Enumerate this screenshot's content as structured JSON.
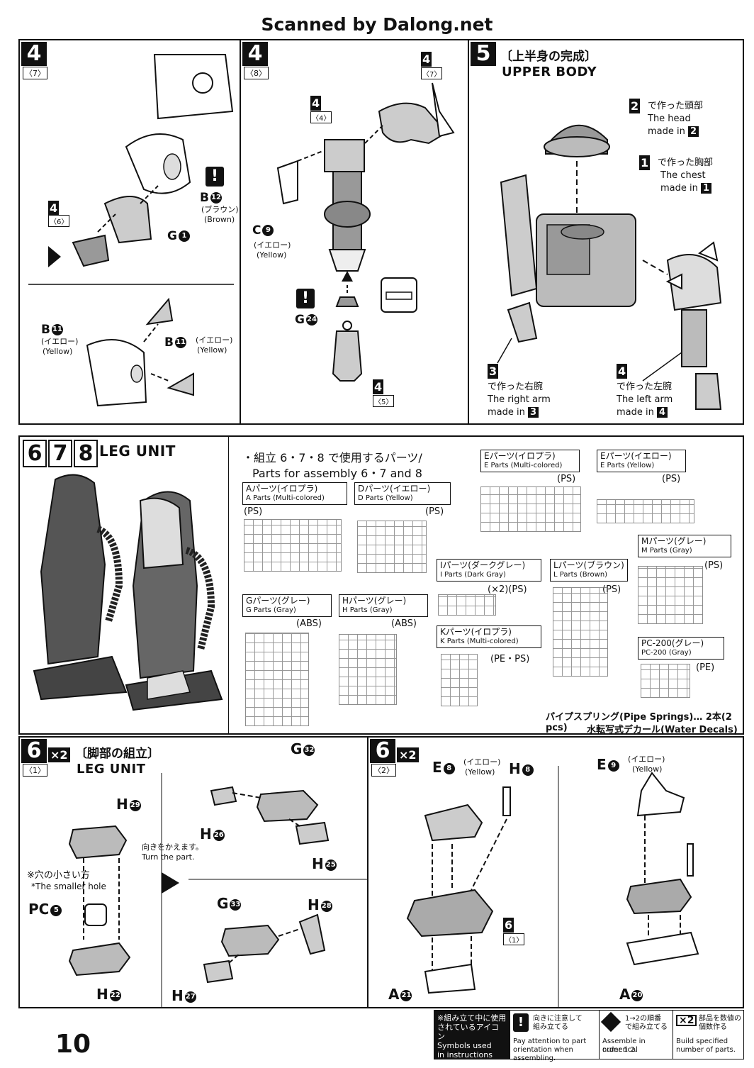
{
  "header": {
    "scan_credit": "Scanned by Dalong.net"
  },
  "page_number": "10",
  "panel_4_7": {
    "step": "4",
    "sub": "〈7〉",
    "sub_step_6": "〈6〉",
    "step_6_num": "4",
    "labels": {
      "b12": "B",
      "b12_num": "12",
      "b12_jp": "(ブラウン)",
      "b12_en": "(Brown)",
      "g1": "G",
      "g1_num": "1",
      "b11a": "B",
      "b11a_num": "11",
      "b11a_jp": "(イエロー)",
      "b11a_en": "(Yellow)",
      "b11b": "B",
      "b11b_num": "11",
      "b11b_jp": "(イエロー)",
      "b11b_en": "(Yellow)"
    }
  },
  "panel_4_8": {
    "step": "4",
    "sub": "〈8〉",
    "ref_top": "4",
    "ref_top_sub": "〈7〉",
    "ref_mid": "4",
    "ref_mid_sub": "〈4〉",
    "ref_bottom": "4",
    "ref_bottom_sub": "〈5〉",
    "labels": {
      "c9": "C",
      "c9_num": "9",
      "c9_jp": "(イエロー)",
      "c9_en": "(Yellow)",
      "g24": "G",
      "g24_num": "24"
    }
  },
  "panel_5": {
    "step": "5",
    "title_jp": "〔上半身の完成〕",
    "title_en": "UPPER BODY",
    "head_jp": "で作った頭部",
    "head_en_1": "The head",
    "head_en_2": "made in",
    "head_ref": "2",
    "chest_jp": "で作った胸部",
    "chest_en_1": "The chest",
    "chest_en_2": "made in",
    "chest_ref": "1",
    "rarm_jp": "で作った右腕",
    "rarm_en_1": "The right arm",
    "rarm_en_2": "made in",
    "rarm_ref": "3",
    "larm_jp": "で作った左腕",
    "larm_en_1": "The left arm",
    "larm_en_2": "made in",
    "larm_ref": "4"
  },
  "leg_unit_panel": {
    "steps": [
      "6",
      "7",
      "8"
    ],
    "title_en": "LEG UNIT",
    "parts_used_jp": "・組立 6・7・8 で使用するパーツ/",
    "parts_used_en": "Parts for assembly 6・7 and 8",
    "runners": [
      {
        "jp": "Aパーツ(イロプラ)",
        "en": "A Parts (Multi-colored)",
        "mat": "(PS)"
      },
      {
        "jp": "Dパーツ(イエロー)",
        "en": "D Parts (Yellow)",
        "mat": "(PS)"
      },
      {
        "jp": "Eパーツ(イロプラ)",
        "en": "E Parts (Multi-colored)",
        "mat": "(PS)"
      },
      {
        "jp": "Eパーツ(イエロー)",
        "en": "E Parts (Yellow)",
        "mat": "(PS)"
      },
      {
        "jp": "Iパーツ(ダークグレー)",
        "en": "I Parts (Dark Gray)",
        "mat": "(×2)(PS)"
      },
      {
        "jp": "Lパーツ(ブラウン)",
        "en": "L Parts (Brown)",
        "mat": "(PS)"
      },
      {
        "jp": "Mパーツ(グレー)",
        "en": "M Parts (Gray)",
        "mat": "(PS)"
      },
      {
        "jp": "Gパーツ(グレー)",
        "en": "G Parts (Gray)",
        "mat": "(ABS)"
      },
      {
        "jp": "Hパーツ(グレー)",
        "en": "H Parts (Gray)",
        "mat": "(ABS)"
      },
      {
        "jp": "Kパーツ(イロプラ)",
        "en": "K Parts (Multi-colored)",
        "mat": "(PE・PS)"
      },
      {
        "jp": "PC-200(グレー)",
        "en": "PC-200 (Gray)",
        "mat": "(PE)"
      }
    ],
    "extra_1": "パイプスプリング(Pipe Springs)… 2本(2 pcs)",
    "extra_2": "水転写式デカール(Water Decals)"
  },
  "panel_6_1": {
    "step": "6",
    "sub": "〈1〉",
    "multiplier": "×2",
    "title_jp": "〔脚部の組立〕",
    "title_en": "LEG UNIT",
    "turn_jp": "向きをかえます。",
    "turn_en": "Turn the part.",
    "hole_jp": "※穴の小さい方",
    "hole_en": "*The smaller hole",
    "labels": {
      "h29": "H",
      "h29_num": "29",
      "g32": "G",
      "g32_num": "32",
      "h26": "H",
      "h26_num": "26",
      "h25": "H",
      "h25_num": "25",
      "pc5": "PC",
      "pc5_num": "5",
      "h22": "H",
      "h22_num": "22",
      "g33": "G",
      "g33_num": "33",
      "h28": "H",
      "h28_num": "28",
      "h27": "H",
      "h27_num": "27"
    }
  },
  "panel_6_2": {
    "step": "6",
    "sub": "〈2〉",
    "multiplier": "×2",
    "ref_step": "6",
    "ref_sub": "〈1〉",
    "labels": {
      "e8": "E",
      "e8_num": "8",
      "e8_jp": "(イエロー)",
      "e8_en": "(Yellow)",
      "h8": "H",
      "h8_num": "8",
      "e9": "E",
      "e9_num": "9",
      "e9_jp": "(イエロー)",
      "e9_en": "(Yellow)",
      "a21": "A",
      "a21_num": "21",
      "a20": "A",
      "a20_num": "20"
    }
  },
  "legend": {
    "title_jp_1": "※組み立て中に使用",
    "title_jp_2": "されているアイコン",
    "title_en_1": "Symbols used",
    "title_en_2": "in instructions",
    "attn_jp_1": "向きに注意して",
    "attn_jp_2": "組み立てる",
    "attn_en_1": "Pay attention to part",
    "attn_en_2": "orientation when assembling.",
    "order_jp_1": "1→2の順番",
    "order_jp_2": "で組み立てる",
    "order_en_1": "Assemble in numerical",
    "order_en_2": "order 1 2.",
    "mult_icon": "×2",
    "mult_jp_1": "部品を数値の",
    "mult_jp_2": "個数作る",
    "mult_en_1": "Build specified",
    "mult_en_2": "number of parts."
  }
}
